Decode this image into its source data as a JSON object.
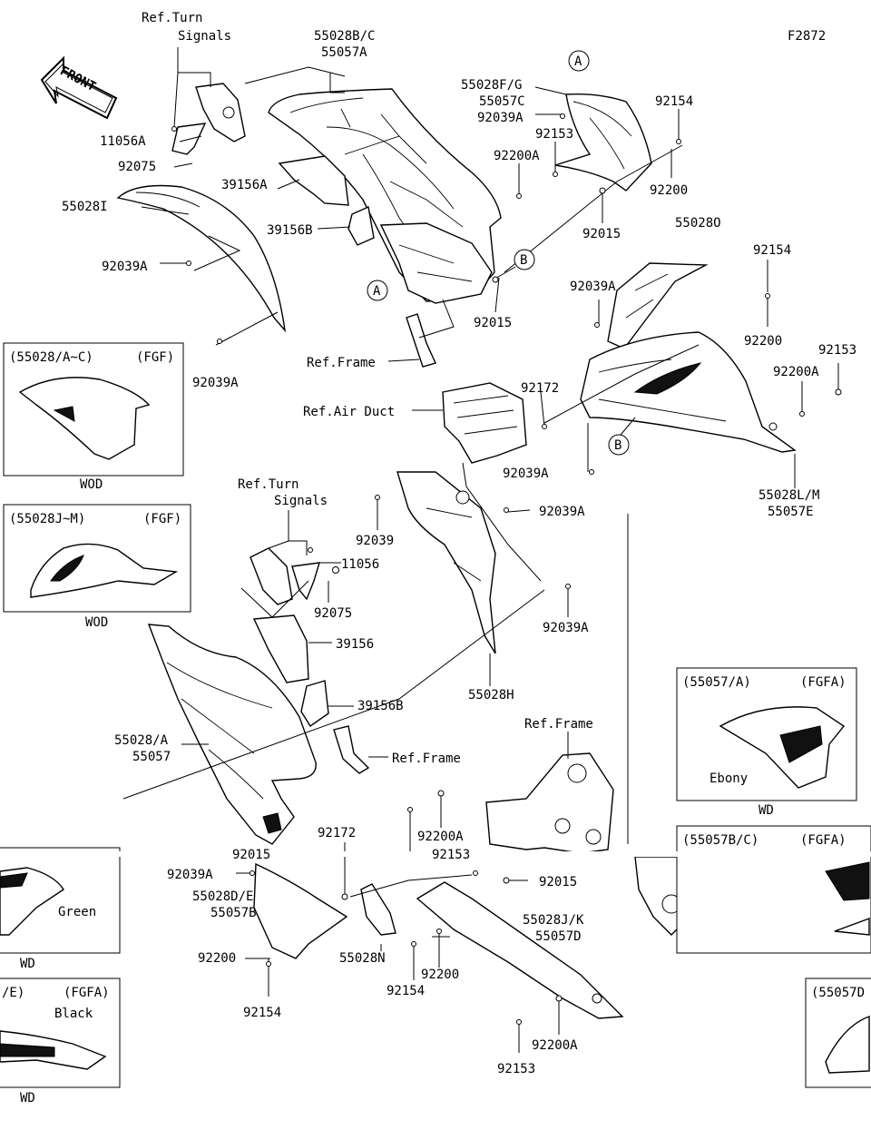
{
  "figure_id": "F2872",
  "front_arrow_label": "FRONT",
  "callouts": {
    "A": "A",
    "B": "B"
  },
  "labels": {
    "ref_turn_signals_top": [
      "Ref.Turn",
      "Signals"
    ],
    "p55028bc": [
      "55028B/C",
      "55057A"
    ],
    "p55028fg": [
      "55028F/G",
      "55057C"
    ],
    "p92039a_1": "92039A",
    "p92154_1": "92154",
    "p92153_1": "92153",
    "p11056a": "11056A",
    "p92200a_1": "92200A",
    "p92200_1": "92200",
    "p92075_1": "92075",
    "p39156a": "39156A",
    "p55028i": "55028I",
    "p39156b": "39156B",
    "p92015_1": "92015",
    "p55028o": "55028O",
    "p92039a_2": "92039A",
    "p92154_2": "92154",
    "p92015_2": "92015",
    "p92039a_3": "92039A",
    "p92039a_4": "92039A",
    "p92200_2": "92200",
    "ref_frame_1": "Ref.Frame",
    "p92153_2": "92153",
    "p92200a_2": "92200A",
    "ref_air_duct": "Ref.Air Duct",
    "p92172_1": "92172",
    "p92039a_5": "92039A",
    "p55028lm": [
      "55028L/M",
      "55057E"
    ],
    "ref_turn_signals_mid": [
      "Ref.Turn",
      "Signals"
    ],
    "p92039_1": "92039",
    "p92039a_6": "92039A",
    "p11056": "11056",
    "p92075_2": "92075",
    "p92039a_7": "92039A",
    "p39156": "39156",
    "p55028h": "55028H",
    "p39156b_2": "39156B",
    "p55028a": [
      "55028/A",
      "55057"
    ],
    "ref_frame_2": "Ref.Frame",
    "ref_frame_3": "Ref.Frame",
    "p92172_2": "92172",
    "p92200a_3": "92200A",
    "p92039a_8": "92039A",
    "p92015_3": "92015",
    "p55028de": [
      "55028D/E",
      "55057B"
    ],
    "p55028jk": [
      "55028J/K",
      "55057D"
    ],
    "p92200_3": "92200",
    "p55028n": "55028N",
    "p92200_4": "92200",
    "p92154_3": "92154",
    "p92154_4": "92154",
    "p92200a_4": "92200A",
    "p92153_3": "92153",
    "p92015_cut": "92015",
    "p92153_cut": "92153"
  },
  "insets": [
    {
      "header_left": "(55028/A~C)",
      "header_right": "(FGF)",
      "caption": "WOD",
      "note": ""
    },
    {
      "header_left": "(55028J~M)",
      "header_right": "(FGF)",
      "caption": "WOD",
      "note": ""
    },
    {
      "header_left": "(55057/A)",
      "header_right": "(FGFA)",
      "caption": "WD",
      "note": "Ebony"
    },
    {
      "header_left": "(55057B/C)",
      "header_right": "(FGFA)",
      "caption": "",
      "note": ""
    },
    {
      "header_left": "",
      "header_right": "",
      "caption": "WD",
      "note": "Green"
    },
    {
      "header_left": "/E)",
      "header_right": "(FGFA)",
      "caption": "WD",
      "note": "Black"
    },
    {
      "header_left": "(55057D",
      "header_right": "",
      "caption": "",
      "note": ""
    }
  ]
}
